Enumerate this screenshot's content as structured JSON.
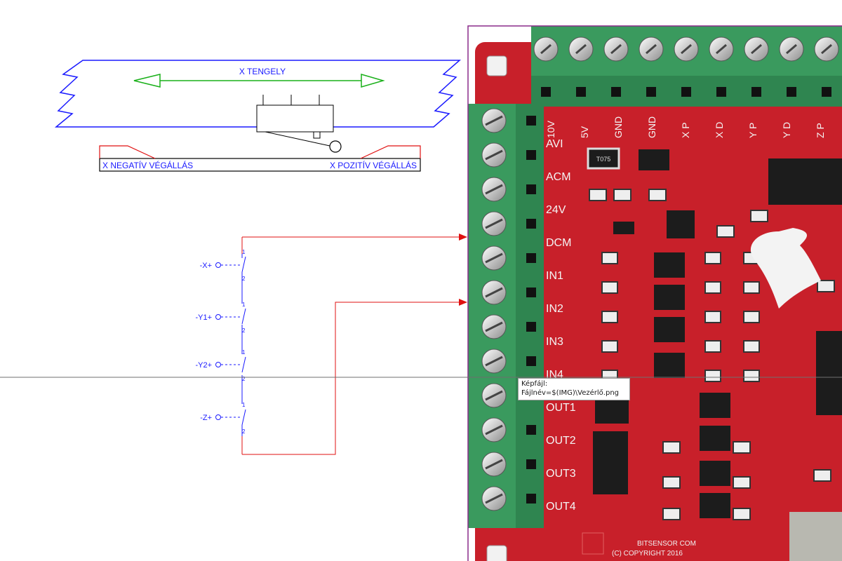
{
  "axis_diagram": {
    "title": "X TENGELY",
    "left_limit_label": "X NEGATÍV VÉGÁLLÁS",
    "right_limit_label": "X POZITÍV VÉGÁLLÁS"
  },
  "switches": [
    {
      "label": "-X+",
      "pin_top": "1",
      "pin_bottom": "2"
    },
    {
      "label": "-Y1+",
      "pin_top": "1",
      "pin_bottom": "2"
    },
    {
      "label": "-Y2+",
      "pin_top": "1",
      "pin_bottom": "2"
    },
    {
      "label": "-Z+",
      "pin_top": "1",
      "pin_bottom": "2"
    }
  ],
  "board": {
    "left_terminals": [
      "AVI",
      "ACM",
      "24V",
      "DCM",
      "IN1",
      "IN2",
      "IN3",
      "IN4",
      "OUT1",
      "OUT2",
      "OUT3",
      "OUT4"
    ],
    "top_terminals": [
      "10V",
      "5V",
      "GND",
      "GND",
      "X P",
      "X D",
      "Y P",
      "Y D",
      "Z P"
    ],
    "chip_label": "T075",
    "footer_line1": "BITSENSOR COM",
    "footer_line2": "(C) COPYRIGHT 2016"
  },
  "tooltip": {
    "line1": "Képfájl:",
    "line2": "Fájlnév=$(IMG)\\Vezérlő.png"
  },
  "colors": {
    "axis_blue": "#1a1aff",
    "arrow_green": "#19b019",
    "wire_red": "#e01010",
    "board_red": "#c8202a",
    "terminal_green": "#3a9a5e",
    "selection_purple": "#8a2a8a"
  }
}
